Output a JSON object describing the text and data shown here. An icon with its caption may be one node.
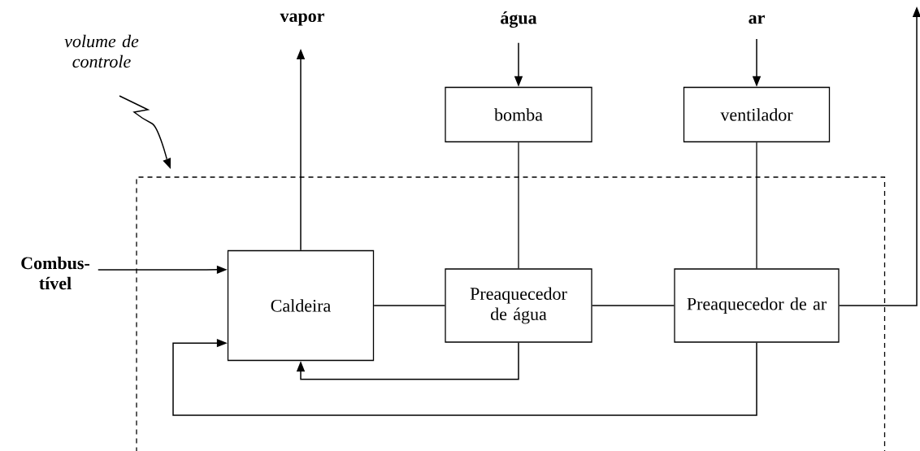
{
  "diagram": {
    "nodes": [
      {
        "text": [
          "vapor"
        ]
      },
      {
        "text": [
          "água"
        ]
      },
      {
        "text": [
          "ar"
        ]
      },
      {
        "text": [
          "volume de controle"
        ]
      },
      {
        "text": [
          "bomba"
        ]
      },
      {
        "text": [
          "ventilador"
        ]
      },
      {
        "text": [],
        "shape": "box"
      },
      {
        "text": [
          "Combus-tível"
        ]
      },
      {
        "text": [
          "Caldeira"
        ],
        "in": 6
      },
      {
        "text": [
          "Preaquecedor de água"
        ],
        "in": 6
      },
      {
        "text": [
          "Preaquecedor de ar"
        ],
        "in": 6
      }
    ],
    "edges": [
      {
        "from": 3,
        "to": 6,
        "arrow": "to"
      },
      {
        "from": 8,
        "to": 0,
        "arrow": "to"
      },
      {
        "from": 1,
        "to": 4,
        "arrow": "to"
      },
      {
        "from": 2,
        "to": 5,
        "arrow": "to"
      },
      {
        "from": 4,
        "to": 9,
        "arrow": "none"
      },
      {
        "from": 5,
        "to": 10,
        "arrow": "none"
      },
      {
        "from": 7,
        "to": 8,
        "arrow": "to"
      },
      {
        "from": 8,
        "to": 9,
        "arrow": "none"
      },
      {
        "from": 9,
        "to": 10,
        "arrow": "none"
      },
      {
        "from": 10,
        "to": null,
        "arrow": "to"
      },
      {
        "from": 9,
        "to": 8,
        "arrow": "to"
      },
      {
        "from": 10,
        "to": 8,
        "arrow": "to"
      }
    ]
  }
}
